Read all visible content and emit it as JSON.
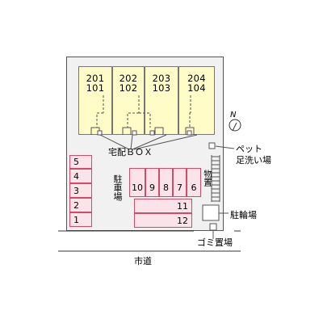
{
  "building": {
    "units": [
      {
        "upper": "201",
        "lower": "101"
      },
      {
        "upper": "202",
        "lower": "102"
      },
      {
        "upper": "203",
        "lower": "103"
      },
      {
        "upper": "204",
        "lower": "104"
      }
    ]
  },
  "labels": {
    "delivery_box": "宅配ＢＯＸ",
    "pet_wash": [
      "ペット",
      "足洗い場"
    ],
    "parking": "駐車場",
    "storage": "物置",
    "bicycle": "駐輪場",
    "garbage": "ゴミ置場",
    "road": "市道",
    "north": "N"
  },
  "parking_left": [
    "5",
    "4",
    "3",
    "2",
    "1"
  ],
  "parking_row_top": [
    "10",
    "9",
    "8",
    "7",
    "6"
  ],
  "parking_row_bottom": [
    "11",
    "12"
  ],
  "colors": {
    "unit_fill": "#fffcc8",
    "parking_fill": "#fbe3ea",
    "parking_border": "#d24a6a",
    "site_fill": "#f1f1f1"
  }
}
